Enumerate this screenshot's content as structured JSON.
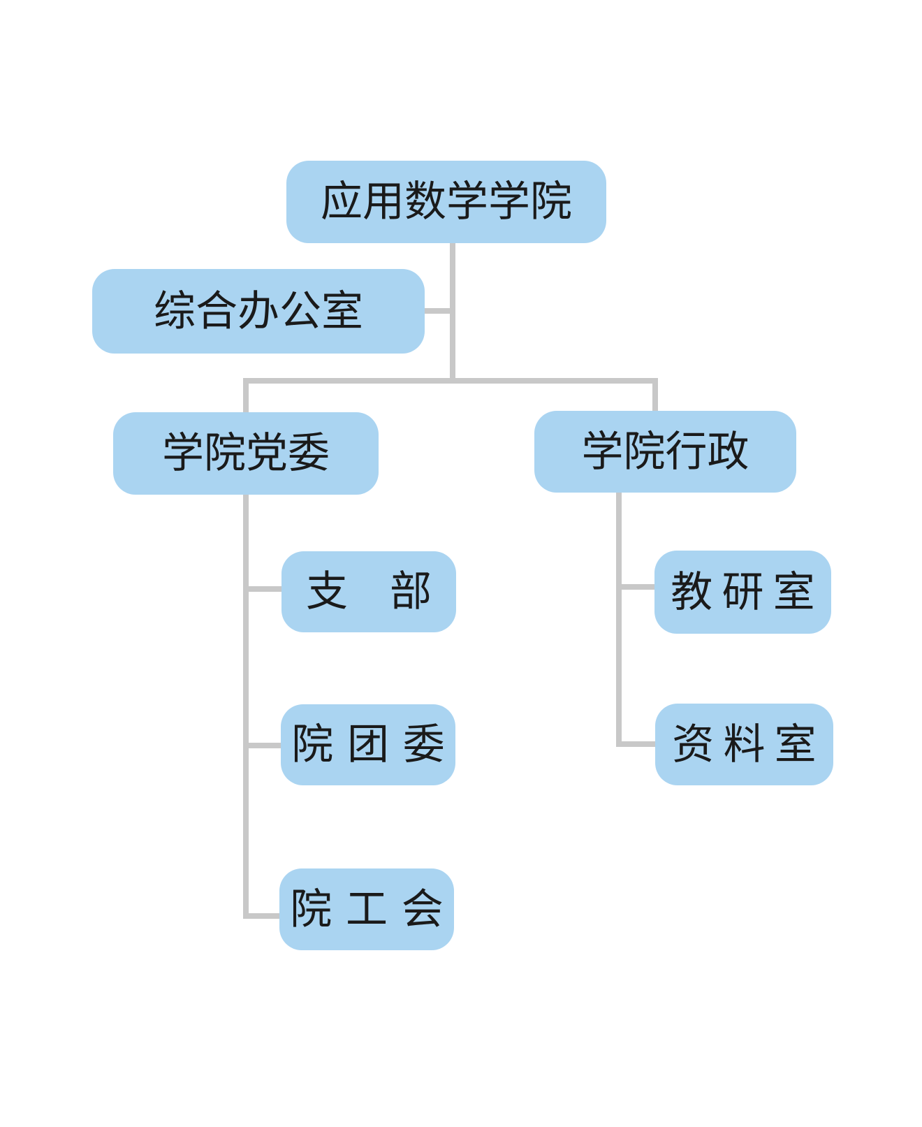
{
  "diagram": {
    "type": "org-chart",
    "background": "#ffffff"
  },
  "colors": {
    "node_fill": "#aad4f1",
    "node_text": "#1a1a1a",
    "connector": "#c8c8c8"
  },
  "nodes": {
    "root": {
      "label": "应用数学学院",
      "level": 0,
      "children": [
        "party_committee",
        "administration"
      ],
      "attached": [
        "general_office"
      ]
    },
    "general_office": {
      "label": "综合办公室",
      "level": 1,
      "parent": "root",
      "children": []
    },
    "party_committee": {
      "label": "学院党委",
      "level": 1,
      "parent": "root",
      "children": [
        "party_branch",
        "youth_league",
        "labor_union"
      ]
    },
    "administration": {
      "label": "学院行政",
      "level": 1,
      "parent": "root",
      "children": [
        "teaching_research",
        "reference_room"
      ]
    },
    "party_branch": {
      "label": "支部",
      "level": 2,
      "parent": "party_committee",
      "children": []
    },
    "youth_league": {
      "label": "院团委",
      "level": 2,
      "parent": "party_committee",
      "children": []
    },
    "labor_union": {
      "label": "院工会",
      "level": 2,
      "parent": "party_committee",
      "children": []
    },
    "teaching_research": {
      "label": "教研室",
      "level": 2,
      "parent": "administration",
      "children": []
    },
    "reference_room": {
      "label": "资料室",
      "level": 2,
      "parent": "administration",
      "children": []
    }
  }
}
